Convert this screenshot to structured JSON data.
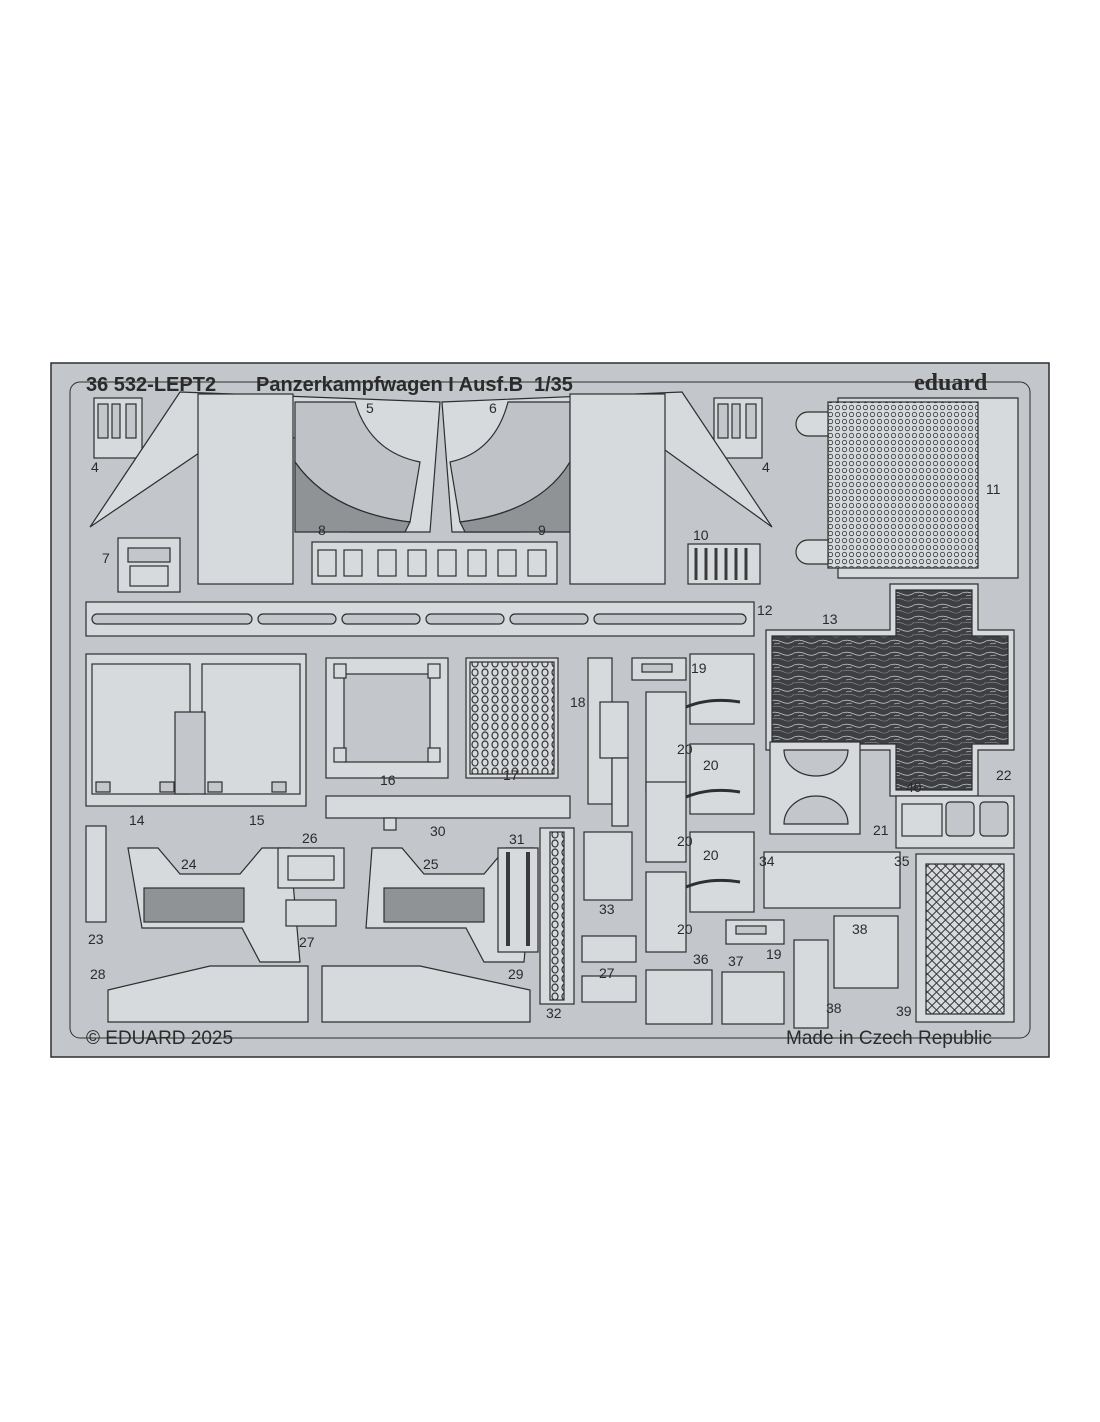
{
  "sheet": {
    "code": "36 532-LEPT2",
    "title": "Panzerkampfwagen I Ausf.B",
    "scale": "1/35",
    "brand": "eduard",
    "copyright": "© EDUARD 2025",
    "origin": "Made in Czech Republic"
  },
  "colors": {
    "fret": "#c3c6ca",
    "part": "#d7dadd",
    "outline": "#2e2e2e",
    "dark": "#8f9396",
    "background": "#ffffff"
  },
  "parts": {
    "p4a": "4",
    "p4b": "4",
    "p5": "5",
    "p6": "6",
    "p7": "7",
    "p8": "8",
    "p9": "9",
    "p10": "10",
    "p11": "11",
    "p12": "12",
    "p13": "13",
    "p14": "14",
    "p15": "15",
    "p16": "16",
    "p17": "17",
    "p18": "18",
    "p19a": "19",
    "p19b": "19",
    "p20a": "20",
    "p20b": "20",
    "p20c": "20",
    "p20d": "20",
    "p20e": "20",
    "p21": "21",
    "p22": "22",
    "p23": "23",
    "p24": "24",
    "p25": "25",
    "p26": "26",
    "p27a": "27",
    "p27b": "27",
    "p28": "28",
    "p29": "29",
    "p30": "30",
    "p31": "31",
    "p32": "32",
    "p33": "33",
    "p34": "34",
    "p35": "35",
    "p36": "36",
    "p37": "37",
    "p38a": "38",
    "p38b": "38",
    "p39": "39",
    "p40": "40"
  }
}
